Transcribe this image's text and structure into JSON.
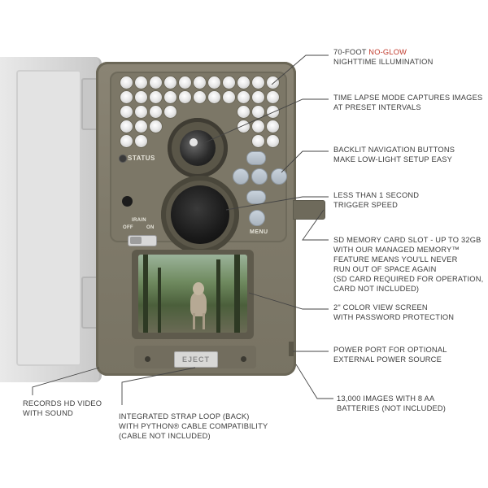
{
  "camera": {
    "status_label": "STATUS",
    "irain_label": "IRAIN",
    "switch_off_label": "OFF",
    "switch_on_label": "ON",
    "menu_label": "MENU",
    "eject_label": "EJECT"
  },
  "callouts": {
    "illumination": {
      "line1_prefix": "70-FOOT ",
      "line1_accent": "NO-GLOW",
      "line2": "NIGHTTIME ILLUMINATION",
      "accent_color": "#c0392b"
    },
    "time_lapse": {
      "line1": "TIME LAPSE MODE CAPTURES IMAGES",
      "line2": "AT PRESET INTERVALS"
    },
    "backlit": {
      "line1": "BACKLIT NAVIGATION BUTTONS",
      "line2": "MAKE LOW-LIGHT SETUP EASY"
    },
    "trigger": {
      "line1": "LESS THAN 1 SECOND",
      "line2": "TRIGGER SPEED"
    },
    "sd_card": {
      "line1": "SD MEMORY CARD SLOT - UP TO 32GB",
      "line2": "WITH OUR MANAGED MEMORY™",
      "line3": "FEATURE MEANS YOU'LL NEVER",
      "line4": "RUN OUT OF SPACE AGAIN",
      "line5": "(SD CARD REQUIRED FOR OPERATION,",
      "line6": "CARD NOT INCLUDED)"
    },
    "view_screen": {
      "line1": "2\" COLOR VIEW SCREEN",
      "line2": "WITH PASSWORD PROTECTION"
    },
    "power_port": {
      "line1": "POWER PORT FOR OPTIONAL",
      "line2": "EXTERNAL POWER SOURCE"
    },
    "hd_video": {
      "line1": "RECORDS HD VIDEO",
      "line2": "WITH SOUND"
    },
    "strap_loop": {
      "line1": "INTEGRATED STRAP LOOP (BACK)",
      "line2": "WITH PYTHON® CABLE COMPATIBILITY",
      "line3": "(CABLE NOT INCLUDED)"
    },
    "batteries": {
      "line1": "13,000 IMAGES WITH 8 AA",
      "line2": "BATTERIES (NOT INCLUDED)"
    }
  }
}
